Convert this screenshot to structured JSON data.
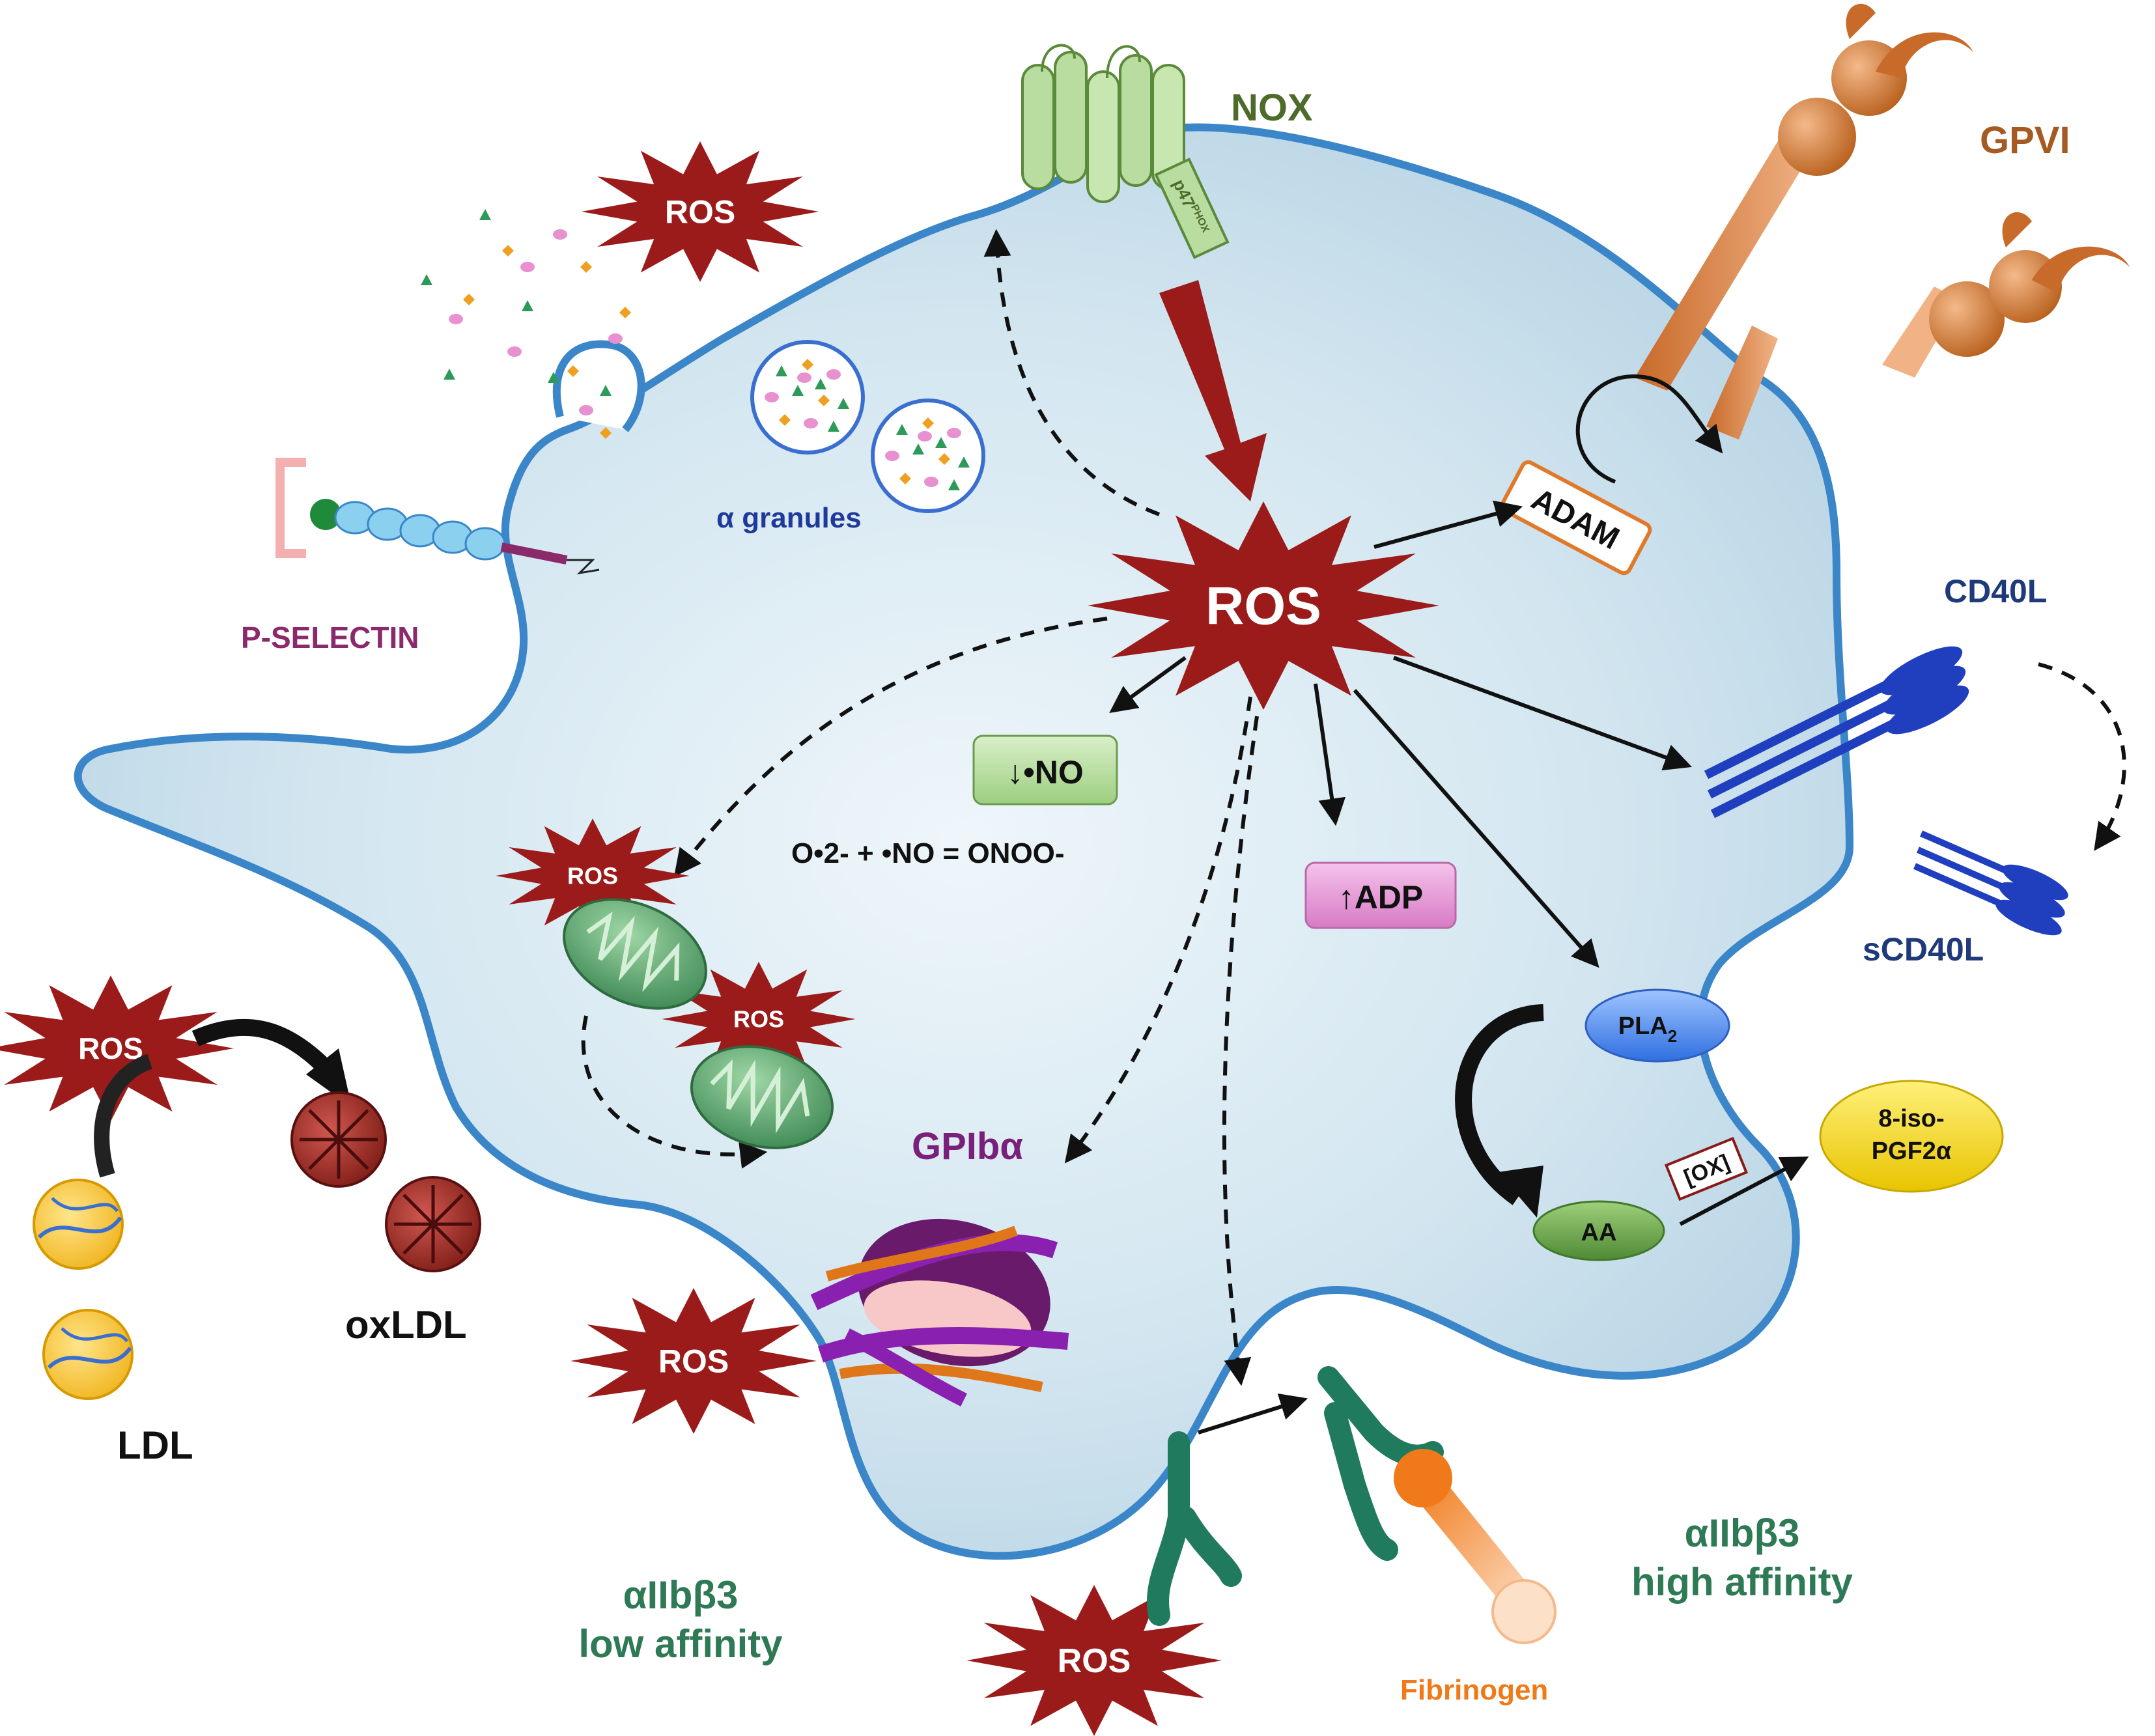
{
  "labels": {
    "nox": "NOX",
    "p47": "p47",
    "p47_sup": "PHOX",
    "gpvi": "GPVI",
    "adam": "ADAM",
    "cd40l": "CD40L",
    "scd40l": "sCD40L",
    "p_selectin": "P-SELECTIN",
    "alpha_granules": "α granules",
    "no_decrease": "↓•NO",
    "reaction": "O•2- + •NO = ONOO-",
    "adp_increase": "↑ADP",
    "pla2": "PLA",
    "pla2_sub": "2",
    "aa": "AA",
    "ox": "[OX]",
    "iso_line1": "8-iso-",
    "iso_line2": "PGF2α",
    "gpiba": "GPIbα",
    "oxldl": "oxLDL",
    "ldl": "LDL",
    "aiib_low_line1": "αIIbβ3",
    "aiib_low_line2": "low affinity",
    "aiib_high_line1": "αIIbβ3",
    "aiib_high_line2": "high affinity",
    "fibrinogen": "Fibrinogen",
    "ros": "ROS"
  },
  "colors": {
    "cell_fill": "#cfe3ee",
    "cell_edge": "#3a86c8",
    "ros": "#9b1b1b",
    "nox_green": "#b9dca0",
    "gpvi_orange": "#c86a2a",
    "cd40l_blue": "#1f3fbf",
    "integrin_teal": "#1f7a5e",
    "text_green": "#2e7a55",
    "text_blue": "#1f3a78",
    "text_purple": "#7a1f7a",
    "text_brown": "#a55a22",
    "text_olive": "#4d6b2a",
    "fibrinogen_orange": "#f07a1a"
  }
}
